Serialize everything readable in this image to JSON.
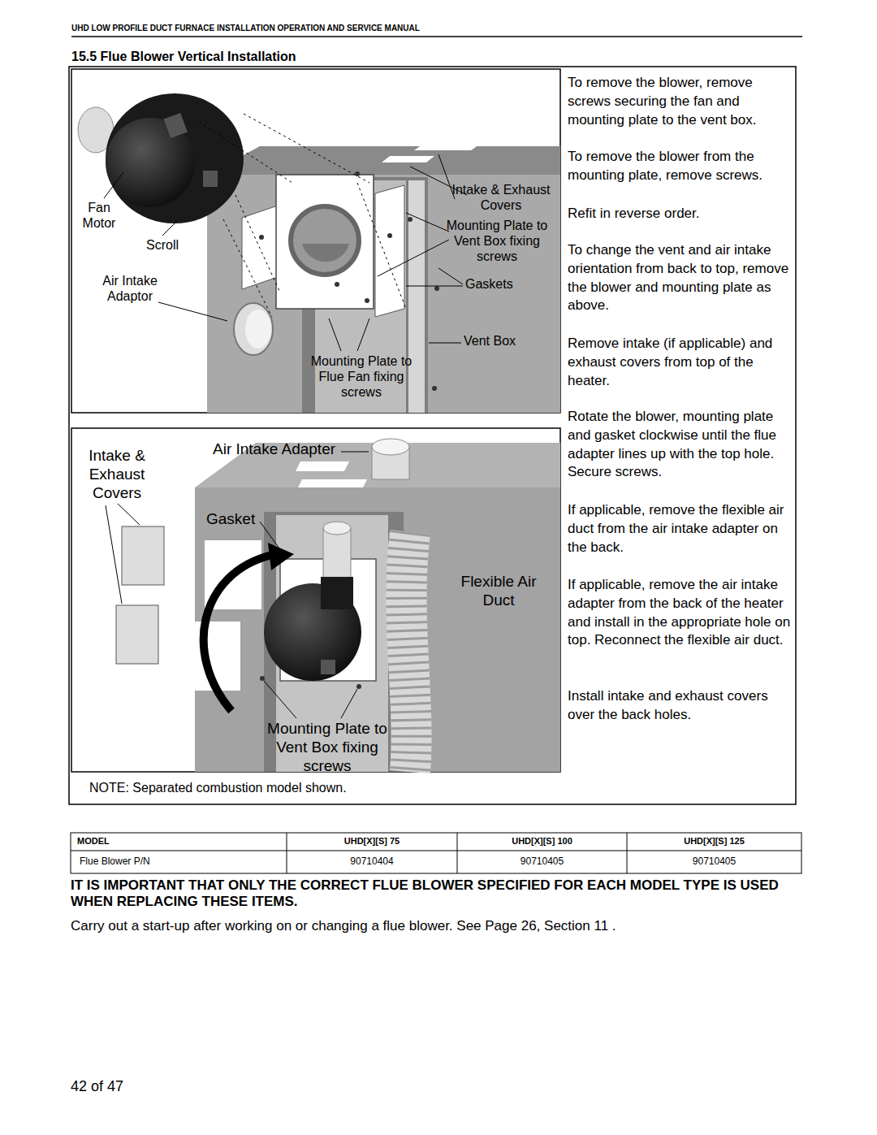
{
  "diagram": {
    "title": "15.5 Flue Blower Vertical Installation",
    "labels": [
      "UHD LOW PROFILE DUCT FURNACE INSTALLATION OPERATION AND SERVICE MANUAL",
      "Fan Motor",
      "Scroll",
      "Air Intake Adaptor",
      "Intake & Exhaust Covers",
      "Mounting Plate to Vent Box fixing screws",
      "Gaskets",
      "Vent Box",
      "Mounting Plate to Flue Fan fixing screws",
      "Intake & Exhaust Covers",
      "Air Intake Adapter",
      "Gasket",
      "Flexible Air Duct",
      "Mounting Plate to Vent Box fixing screws",
      "NOTE: Separated combustion model shown.",
      "To remove the blower, remove screws securing the fan and mounting plate to the vent box.",
      "To remove the blower from the mounting plate, remove screws.",
      "Refit in reverse order.",
      "To change the vent and air intake orientation from back to top, remove the blower and mounting plate as above.",
      "Remove intake (if applicable) and exhaust covers from top of the heater.",
      "Rotate the blower, mounting plate and gasket clockwise until the flue adapter lines up with the top hole. Secure screws.",
      "If applicable, remove the flexible air duct from the air intake adapter on the back.",
      "If applicable, remove the air intake adapter from the back of the heater and install in the appropriate hole on top. Reconnect the flexible air duct.",
      "Install intake and exhaust covers over the back holes.",
      "MODEL",
      "UHD[X][S] 75",
      "UHD[X][S] 100",
      "UHD[X][S] 125",
      "Flue Blower P/N",
      "90710404",
      "90710405",
      "90710405",
      "IT IS IMPORTANT THAT ONLY THE CORRECT FLUE BLOWER SPECIFIED FOR EACH MODEL TYPE IS USED WHEN REPLACING THESE ITEMS.",
      "Carry out a start-up after working on or changing a flue blower. See Page 26, Section 11 .",
      "42 of 47"
    ]
  }
}
